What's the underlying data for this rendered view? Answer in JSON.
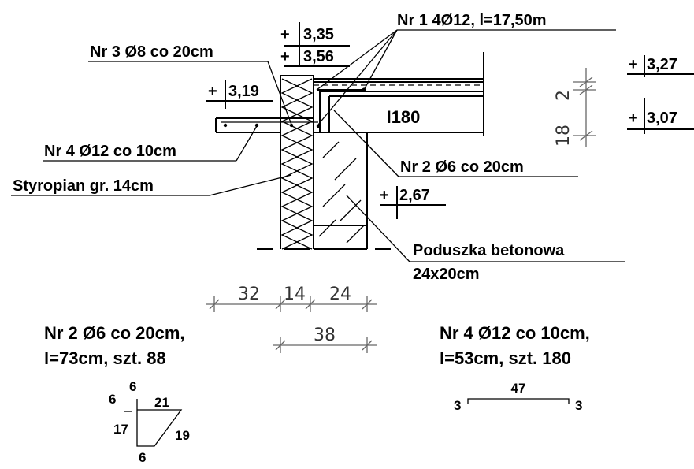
{
  "levels": {
    "roof_top": "3,35",
    "roof_second": "3,56",
    "slab": "3,19",
    "right_top": "3,27",
    "right_bottom": "3,07",
    "pad": "2,67"
  },
  "labels": {
    "rebar_1": "Nr 1 4Ø12, l=17,50m",
    "rebar_3": "Nr 3 Ø8 co 20cm",
    "rebar_4": "Nr 4 Ø12 co 10cm",
    "styrofoam": "Styropian gr. 14cm",
    "rebar_2": "Nr 2 Ø6 co 20cm",
    "beam": "I180",
    "beam_height": "18",
    "beam_flange": "2",
    "pad_line1": "Poduszka betonowa",
    "pad_line2": "24x20cm"
  },
  "dimensions": {
    "d1": "32",
    "d2": "14",
    "d3": "24",
    "total": "38"
  },
  "schedule": {
    "bar2": {
      "line1": "Nr 2 Ø6 co 20cm,",
      "line2": "l=73cm, szt. 88",
      "shape": {
        "a": "6",
        "b": "6",
        "c": "21",
        "d": "17",
        "e": "19",
        "f": "6"
      }
    },
    "bar4": {
      "line1": "Nr 4 Ø12 co 10cm,",
      "line2": "l=53cm, szt. 180",
      "shape": {
        "length": "47",
        "left": "3",
        "right": "3"
      }
    }
  }
}
